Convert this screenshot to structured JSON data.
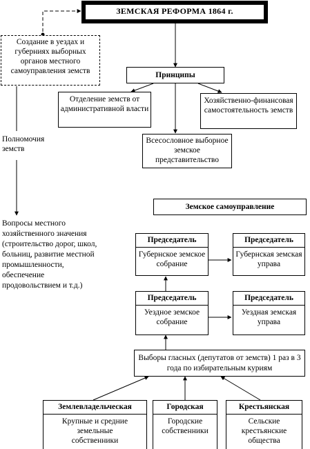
{
  "title": "ЗЕМСКАЯ РЕФОРМА 1864 г.",
  "creation": "Создание в уездах и губерниях выборных органов местного самоуправления земств",
  "principles": {
    "title": "Принципы",
    "separation": "Отделение земств от административной власти",
    "financial": "Хозяйственно-финансовая самостоятельность земств",
    "all_estate": "Всесословное выборное земское представительство"
  },
  "powers": {
    "label": "Полномочия земств",
    "issues": "Вопросы местного хозяйственного значения (строительство дорог, школ, больниц, развитие местной промышленности, обеспечение продовольствием и т.д.)"
  },
  "self_government": {
    "title": "Земское самоуправление",
    "chairman": "Председатель",
    "provincial_assembly": "Губернское земское собрание",
    "provincial_board": "Губернская земская управа",
    "district_assembly": "Уездное земское собрание",
    "district_board": "Уездная земская управа",
    "elections": "Выборы гласных (депутатов от земств) 1 раз в 3 года по избирательным куриям"
  },
  "curiae": [
    {
      "name": "Землевладельческая",
      "desc": "Крупные и средние земельные собственники"
    },
    {
      "name": "Городская",
      "desc": "Городские собственники"
    },
    {
      "name": "Крестьянская",
      "desc": "Сельские крестьянские общества"
    }
  ]
}
